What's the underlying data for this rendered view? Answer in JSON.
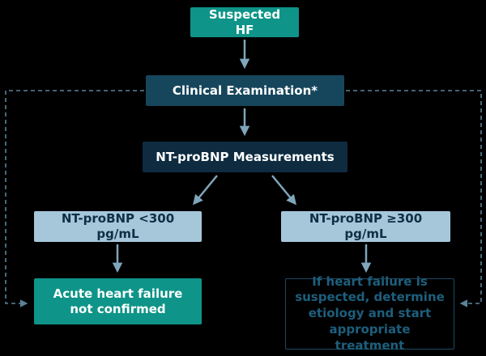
{
  "diagram": {
    "title_implicit": "Suspected HF diagnostic flowchart",
    "nodes": {
      "suspected_hf": {
        "label": "Suspected HF"
      },
      "clinical_exam": {
        "label": "Clinical Examination*"
      },
      "ntprobnp": {
        "label": "NT-proBNP Measurements"
      },
      "low": {
        "label": "NT-proBNP <300 pg/mL"
      },
      "high": {
        "label": "NT-proBNP ≥300 pg/mL"
      },
      "not_confirmed": {
        "label": "Acute heart failure not confirmed"
      },
      "hf_suspected": {
        "label": "If heart failure is suspected, determine etiology and start appropriate treatment"
      }
    },
    "colors": {
      "background": "#000000",
      "teal_box": "#0e9488",
      "dark_blue_box": "#16465c",
      "navy_box": "#0e2b40",
      "light_blue_box": "#a6c7da",
      "light_blue_box_text": "#0e2f44",
      "arrow": "#7fa6bb",
      "dashed_line": "#5b8299",
      "faded_box_border": "#1d4a63",
      "faded_box_text": "#1d5f7d",
      "white_text": "#ffffff"
    }
  }
}
